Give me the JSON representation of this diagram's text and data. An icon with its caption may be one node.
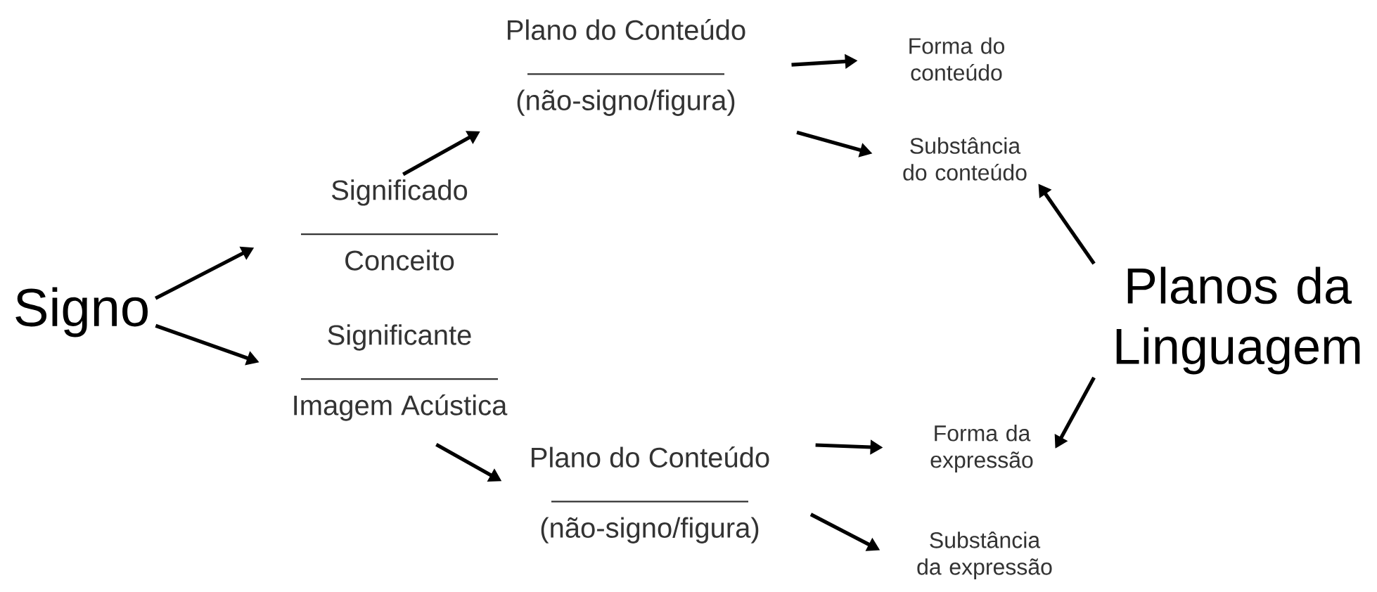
{
  "diagram": {
    "nodes": [
      {
        "text": [
          "Signo"
        ]
      },
      {
        "text": [
          "Significado",
          "Conceito"
        ]
      },
      {
        "text": [
          "Significante",
          "Imagem Acústica"
        ]
      },
      {
        "text": [
          "Plano do Conteúdo",
          "(não-signo/figura)"
        ]
      },
      {
        "text": [
          "Forma do conteúdo"
        ]
      },
      {
        "text": [
          "Substância do conteúdo"
        ]
      },
      {
        "text": [
          "Plano do Conteúdo",
          "(não-signo/figura)"
        ]
      },
      {
        "text": [
          "Forma da expressão"
        ]
      },
      {
        "text": [
          "Substância da expressão"
        ]
      },
      {
        "text": [
          "Planos da Linguagem"
        ]
      }
    ],
    "edges": [
      {
        "from": 0,
        "to": 1,
        "arrow": "to"
      },
      {
        "from": 0,
        "to": 2,
        "arrow": "to"
      },
      {
        "from": 1,
        "to": 3,
        "arrow": "to"
      },
      {
        "from": 2,
        "to": 6,
        "arrow": "to"
      },
      {
        "from": 3,
        "to": 4,
        "arrow": "to"
      },
      {
        "from": 3,
        "to": 5,
        "arrow": "to"
      },
      {
        "from": 6,
        "to": 7,
        "arrow": "to"
      },
      {
        "from": 6,
        "to": 8,
        "arrow": "to"
      },
      {
        "from": 9,
        "to": 5,
        "arrow": "to"
      },
      {
        "from": 9,
        "to": 7,
        "arrow": "to"
      }
    ]
  }
}
